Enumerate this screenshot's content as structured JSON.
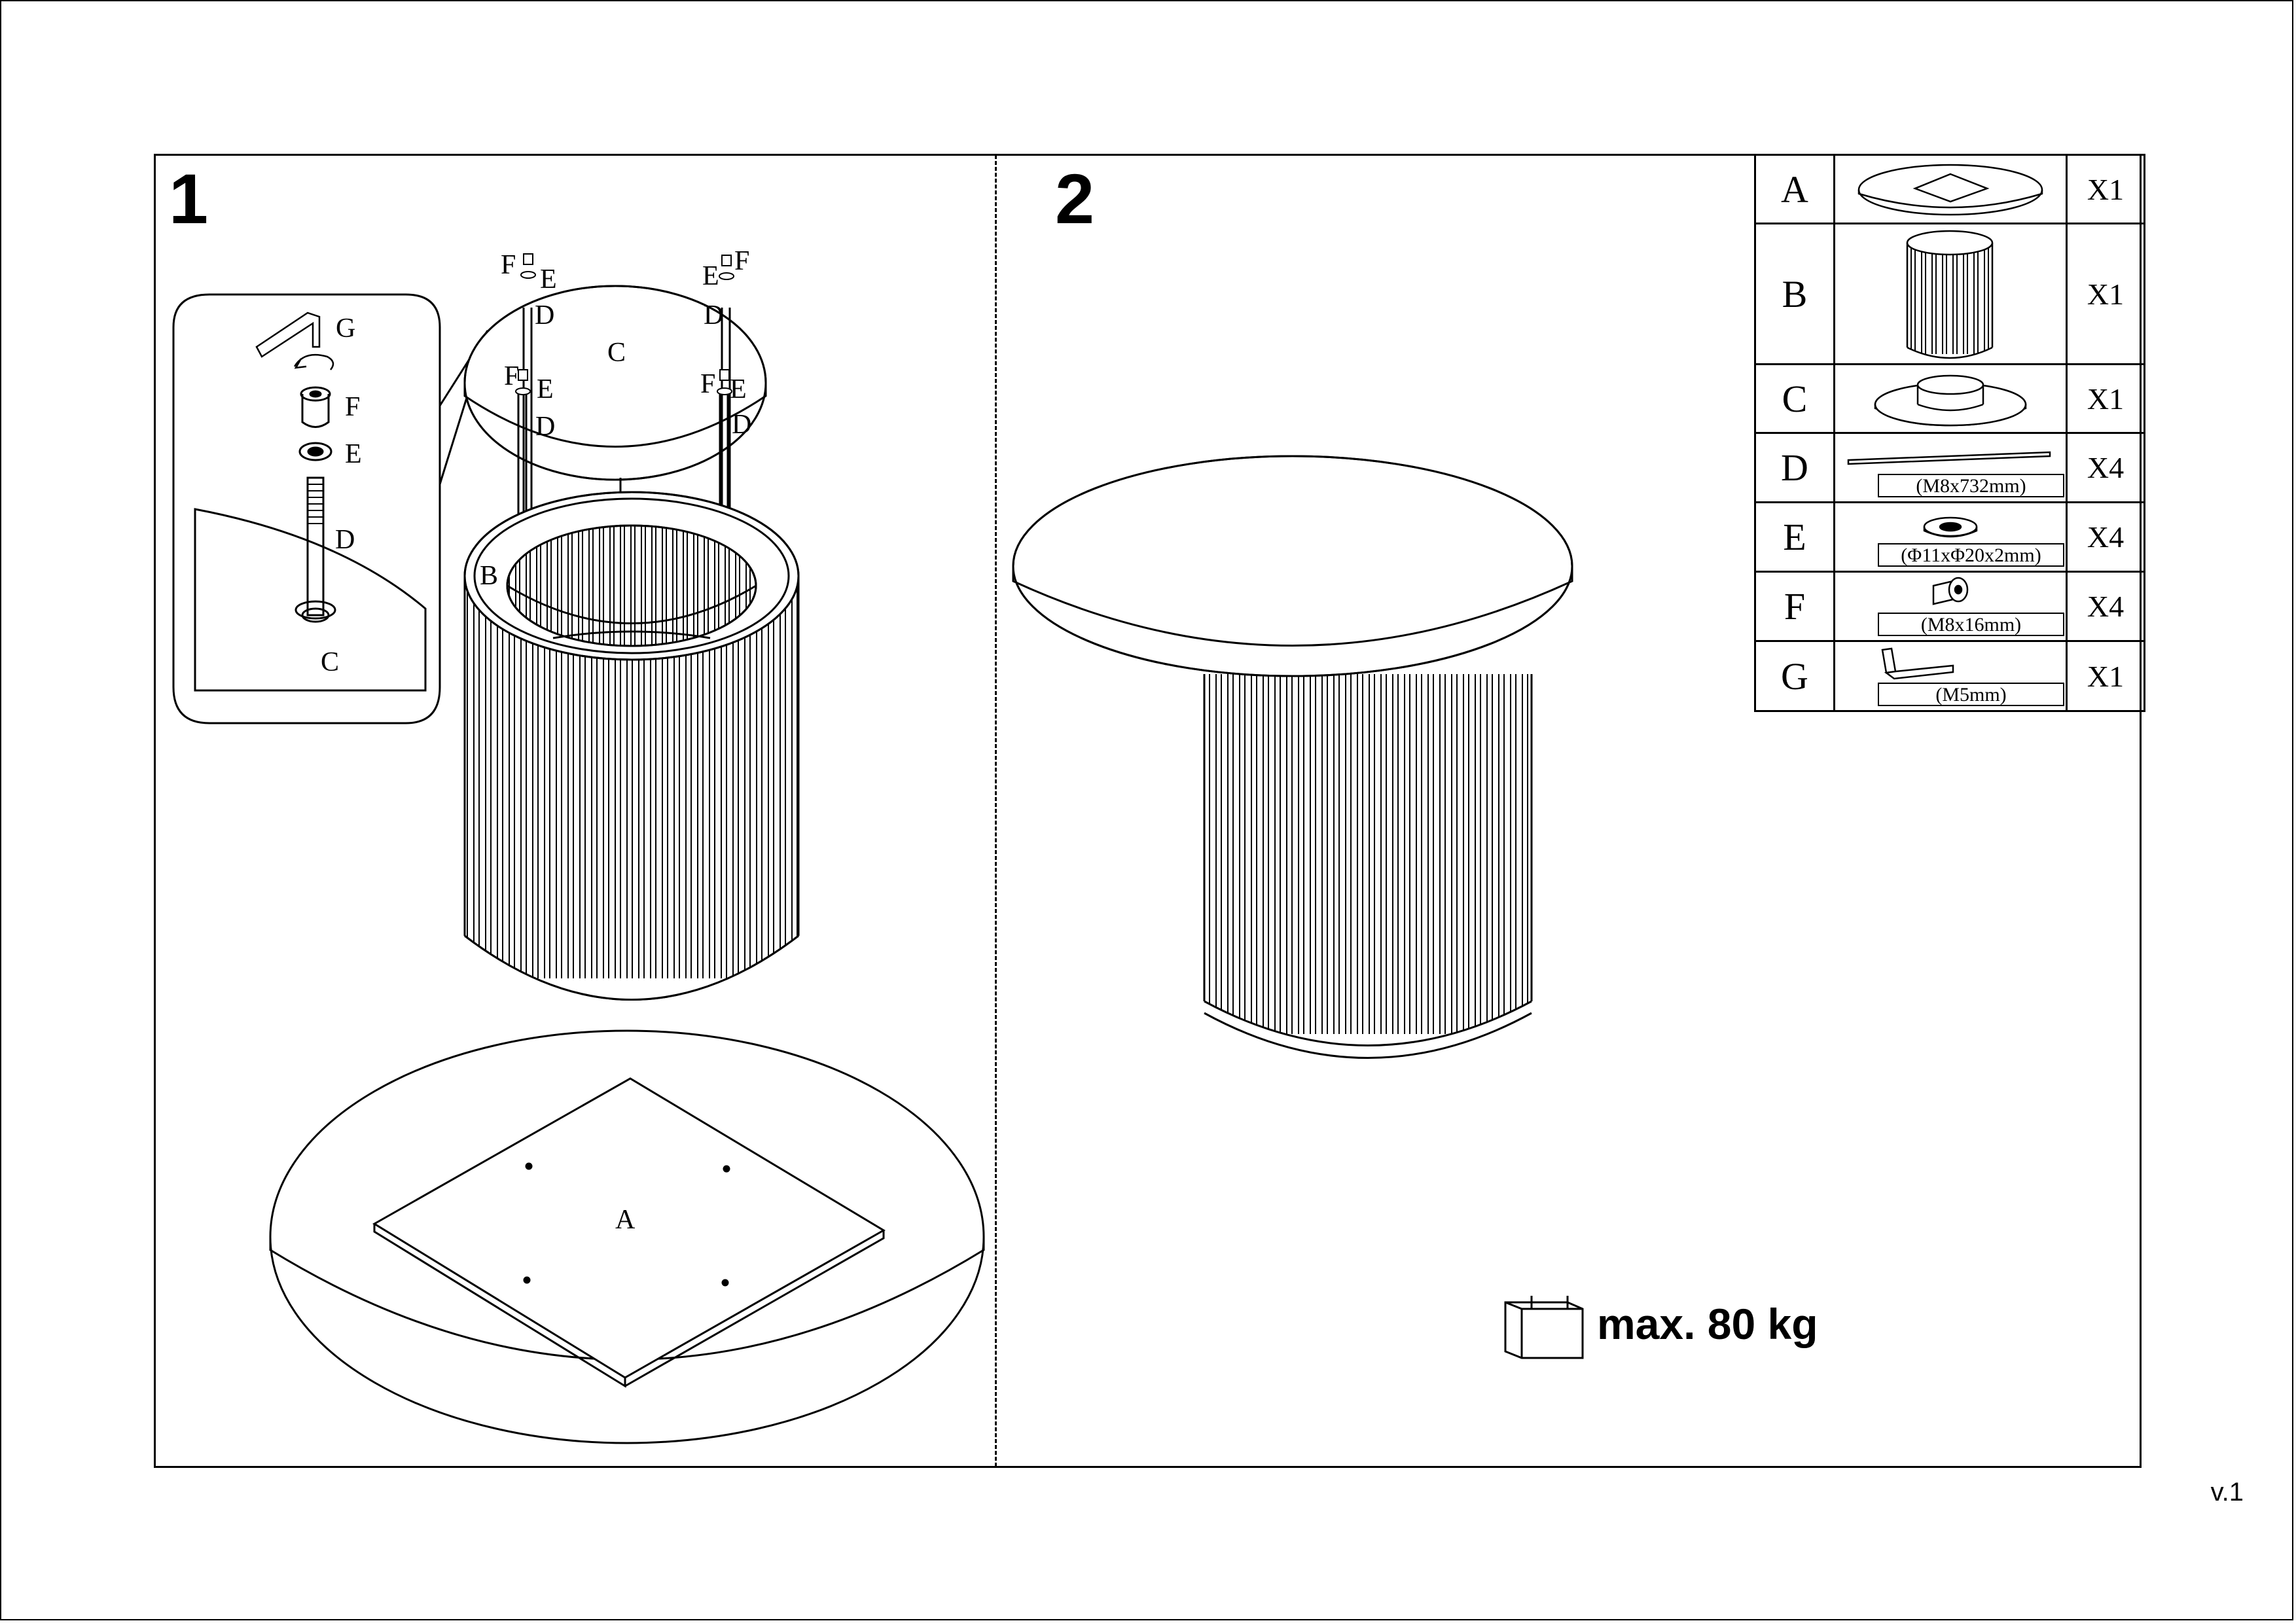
{
  "steps": {
    "step1": "1",
    "step2": "2"
  },
  "step1_labels": {
    "detail": {
      "g": "G",
      "f": "F",
      "e": "E",
      "d": "D",
      "c": "C"
    },
    "tl": {
      "f": "F",
      "e": "E",
      "d": "D"
    },
    "tr": {
      "f": "F",
      "e": "E",
      "d": "D"
    },
    "ml": {
      "f": "F",
      "e": "E",
      "d": "D"
    },
    "mr": {
      "f": "F",
      "e": "E",
      "d": "D"
    },
    "c": "C",
    "b": "B",
    "a": "A"
  },
  "parts": [
    {
      "letter": "A",
      "qty": "X1",
      "icon": "base-plate-icon",
      "spec": ""
    },
    {
      "letter": "B",
      "qty": "X1",
      "icon": "fluted-column-icon",
      "spec": ""
    },
    {
      "letter": "C",
      "qty": "X1",
      "icon": "top-mount-plate-icon",
      "spec": ""
    },
    {
      "letter": "D",
      "qty": "X4",
      "icon": "threaded-rod-icon",
      "spec": "(M8x732mm)"
    },
    {
      "letter": "E",
      "qty": "X4",
      "icon": "washer-icon",
      "spec": "(Φ11xΦ20x2mm)"
    },
    {
      "letter": "F",
      "qty": "X4",
      "icon": "bolt-icon",
      "spec": "(M8x16mm)"
    },
    {
      "letter": "G",
      "qty": "X1",
      "icon": "hex-key-icon",
      "spec": "(M5mm)"
    }
  ],
  "max_load": "max. 80 kg",
  "version": "v.1"
}
